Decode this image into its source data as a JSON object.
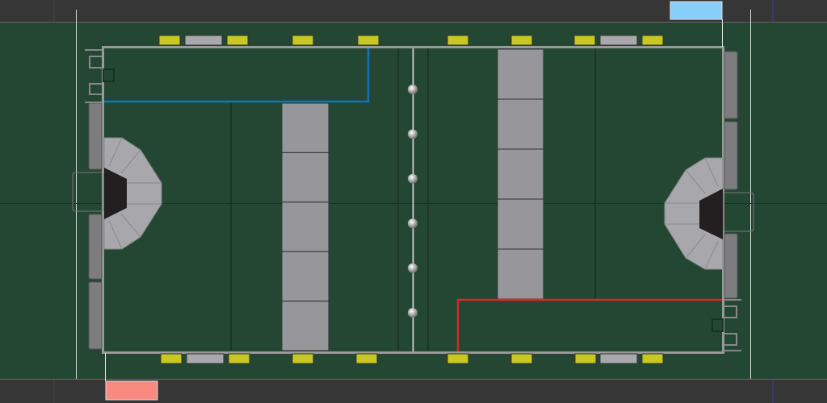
{
  "colors": {
    "background": "#363636",
    "field": "#244733",
    "blue_alliance": "#1273b5",
    "red_alliance": "#e02424",
    "blue_station": "#87cefa",
    "red_station": "#f88a80",
    "tile": "#97979b",
    "marker": "#c8c81e",
    "hub": "#a8a8ac",
    "hub_core": "#231f20"
  },
  "field": {
    "ball_count": 6,
    "left_tile_rows": 5,
    "right_tile_rows": 5
  }
}
